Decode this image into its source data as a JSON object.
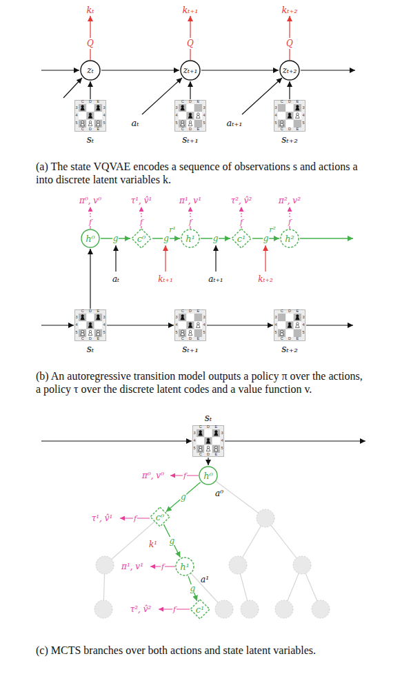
{
  "diagram": {
    "nodes": [
      {
        "text": [
          "zₜ"
        ]
      },
      {
        "text": [
          "zₜ₊₁"
        ]
      },
      {
        "text": [
          "zₜ₊₂"
        ]
      },
      {
        "text": [
          "C",
          "D",
          "E",
          "3",
          "4",
          "5",
          "3",
          "4",
          "5",
          "C",
          "D",
          "E",
          "sₜ"
        ]
      },
      {
        "text": [
          "C",
          "D",
          "E",
          "3",
          "4",
          "5",
          "3",
          "4",
          "5",
          "C",
          "D",
          "E",
          "sₜ₊₁"
        ]
      },
      {
        "text": [
          "C",
          "D",
          "E",
          "3",
          "4",
          "5",
          "3",
          "4",
          "5",
          "C",
          "D",
          "E",
          "sₜ₊₂"
        ]
      },
      {
        "text": [
          "h⁰"
        ]
      },
      {
        "text": [
          "c⁰"
        ]
      },
      {
        "text": [
          "h¹"
        ]
      },
      {
        "text": [
          "c¹"
        ]
      },
      {
        "text": [
          "h²"
        ]
      },
      {
        "text": [
          "C",
          "D",
          "E",
          "3",
          "4",
          "5",
          "3",
          "4",
          "5",
          "C",
          "D",
          "E",
          "sₜ"
        ]
      },
      {
        "text": [
          "C",
          "D",
          "E",
          "3",
          "4",
          "5",
          "3",
          "4",
          "5",
          "C",
          "D",
          "E",
          "sₜ₊₁"
        ]
      },
      {
        "text": [
          "C",
          "D",
          "E",
          "3",
          "4",
          "5",
          "3",
          "4",
          "5",
          "C",
          "D",
          "E",
          "sₜ₊₂"
        ]
      },
      {
        "text": [
          "C",
          "D",
          "E",
          "3",
          "4",
          "5",
          "3",
          "4",
          "5",
          "C",
          "D",
          "E",
          "sₜ"
        ]
      },
      {
        "text": [
          "h⁰"
        ]
      },
      {
        "text": [
          "c⁰"
        ]
      },
      {
        "text": [
          "h¹"
        ]
      },
      {
        "text": [
          "c¹"
        ]
      }
    ],
    "edges": [
      {
        "from": 0,
        "to": 1,
        "arrow": "to"
      },
      {
        "from": 1,
        "to": 2,
        "arrow": "to"
      },
      {
        "from": 3,
        "to": 0,
        "arrow": "to"
      },
      {
        "from": 4,
        "to": 1,
        "arrow": "to"
      },
      {
        "from": 5,
        "to": 2,
        "arrow": "to"
      },
      {
        "from": 6,
        "to": 7,
        "label": "g",
        "arrow": "to"
      },
      {
        "from": 7,
        "to": 8,
        "label": "g",
        "arrow": "to"
      },
      {
        "from": 8,
        "to": 9,
        "label": "g",
        "arrow": "to"
      },
      {
        "from": 9,
        "to": 10,
        "label": "g",
        "arrow": "to"
      },
      {
        "from": 11,
        "to": 6,
        "arrow": "to"
      },
      {
        "from": 11,
        "to": 12,
        "arrow": "to"
      },
      {
        "from": 12,
        "to": 13,
        "arrow": "to"
      },
      {
        "from": 14,
        "to": 15,
        "arrow": "to"
      },
      {
        "from": 15,
        "to": 16,
        "label": "g",
        "arrow": "to"
      },
      {
        "from": 16,
        "to": 17,
        "label": "g",
        "arrow": "to"
      },
      {
        "from": 17,
        "to": 18,
        "label": "g",
        "arrow": "to"
      }
    ],
    "labels": [
      "kₜ",
      "kₜ₊₁",
      "kₜ₊₂",
      "Q",
      "Q",
      "Q",
      "aₜ",
      "aₜ₊₁",
      "(a) The state VQVAE encodes a sequence of observations s and actions a into discrete latent variables k.",
      "π⁰, v⁰",
      "τ¹, v̂¹",
      "π¹, v¹",
      "τ², v̂²",
      "π², v²",
      "f",
      "f",
      "f",
      "f",
      "f",
      "r¹",
      "r²",
      "aₜ",
      "kₜ₊₁",
      "aₜ₊₁",
      "kₜ₊₂",
      "(b) An autoregressive transition model outputs a policy π over the actions, a policy τ over the discrete latent codes and a value function v.",
      "π⁰, v⁰",
      "f",
      "a⁰",
      "τ¹, v̂¹",
      "f",
      "k¹",
      "π¹, v¹",
      "f",
      "a¹",
      "τ², v̂²",
      "f",
      "(c) MCTS branches over both actions and state latent variables."
    ]
  }
}
